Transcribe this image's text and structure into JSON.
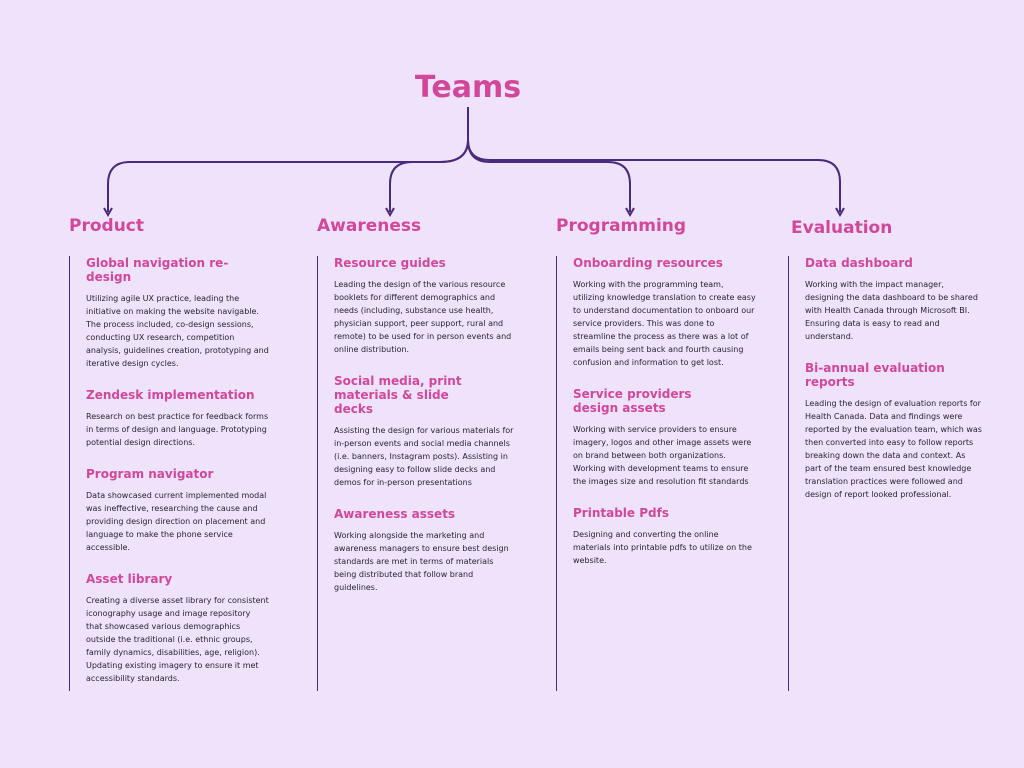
{
  "title": "Teams",
  "columns": [
    {
      "heading": "Product",
      "sections": [
        {
          "title": "Global navigation re-design",
          "body": "Utilizing agile UX practice, leading the initiative on making the website navigable. The process included, co-design sessions, conducting UX research, competition analysis, guidelines creation, prototyping and iterative design cycles."
        },
        {
          "title": "Zendesk implementation",
          "body": "Research on best practice for feedback forms in terms of design and language. Prototyping potential design directions."
        },
        {
          "title": "Program navigator",
          "body": "Data showcased current implemented modal was ineffective, researching the cause and providing design direction on placement and language to make the phone service accessible."
        },
        {
          "title": "Asset library",
          "body": "Creating a diverse asset library for consistent iconography usage and image repository that showcased various demographics outside the traditional (i.e. ethnic groups, family dynamics, disabilities, age, religion). Updating existing imagery to ensure it met accessibility standards."
        }
      ]
    },
    {
      "heading": "Awareness",
      "sections": [
        {
          "title": "Resource guides",
          "body": "Leading the design of the various resource booklets for different demographics and needs (including, substance use health, physician support, peer support, rural and remote) to be used for in person events and online distribution."
        },
        {
          "title": "Social media, print materials & slide decks",
          "body": "Assisting the design for various materials for in-person events and social media channels (i.e. banners, Instagram posts). Assisting in designing easy to follow slide decks and demos for in-person presentations"
        },
        {
          "title": "Awareness assets",
          "body": "Working alongside the marketing and awareness managers to ensure best design standards are met in terms of materials being distributed that follow brand guidelines."
        }
      ]
    },
    {
      "heading": "Programming",
      "sections": [
        {
          "title": "Onboarding resources",
          "body": "Working with the programming team, utilizing knowledge translation to create easy to understand documentation to onboard our service providers. This was done to streamline the process as there was a lot of emails being sent back and fourth causing confusion and information to get lost."
        },
        {
          "title": "Service providers design assets",
          "body": "Working with service providers to ensure imagery, logos and other image assets were on brand between both organizations. Working with development teams to ensure the images size and resolution fit standards"
        },
        {
          "title": "Printable Pdfs",
          "body": "Designing and converting the online materials into printable pdfs to utilize on the website."
        }
      ]
    },
    {
      "heading": "Evaluation",
      "sections": [
        {
          "title": "Data dashboard",
          "body": "Working with the impact manager, designing the data dashboard to be shared with Health Canada through Microsoft BI. Ensuring data is easy to read and understand."
        },
        {
          "title": "Bi-annual evaluation reports",
          "body": "Leading the design of evaluation reports for Health Canada. Data and findings were reported by the evaluation team, which was then converted into easy to follow reports breaking down the data and context. As part of the team ensured best knowledge translation practices were followed and design of report looked professional."
        }
      ]
    }
  ]
}
